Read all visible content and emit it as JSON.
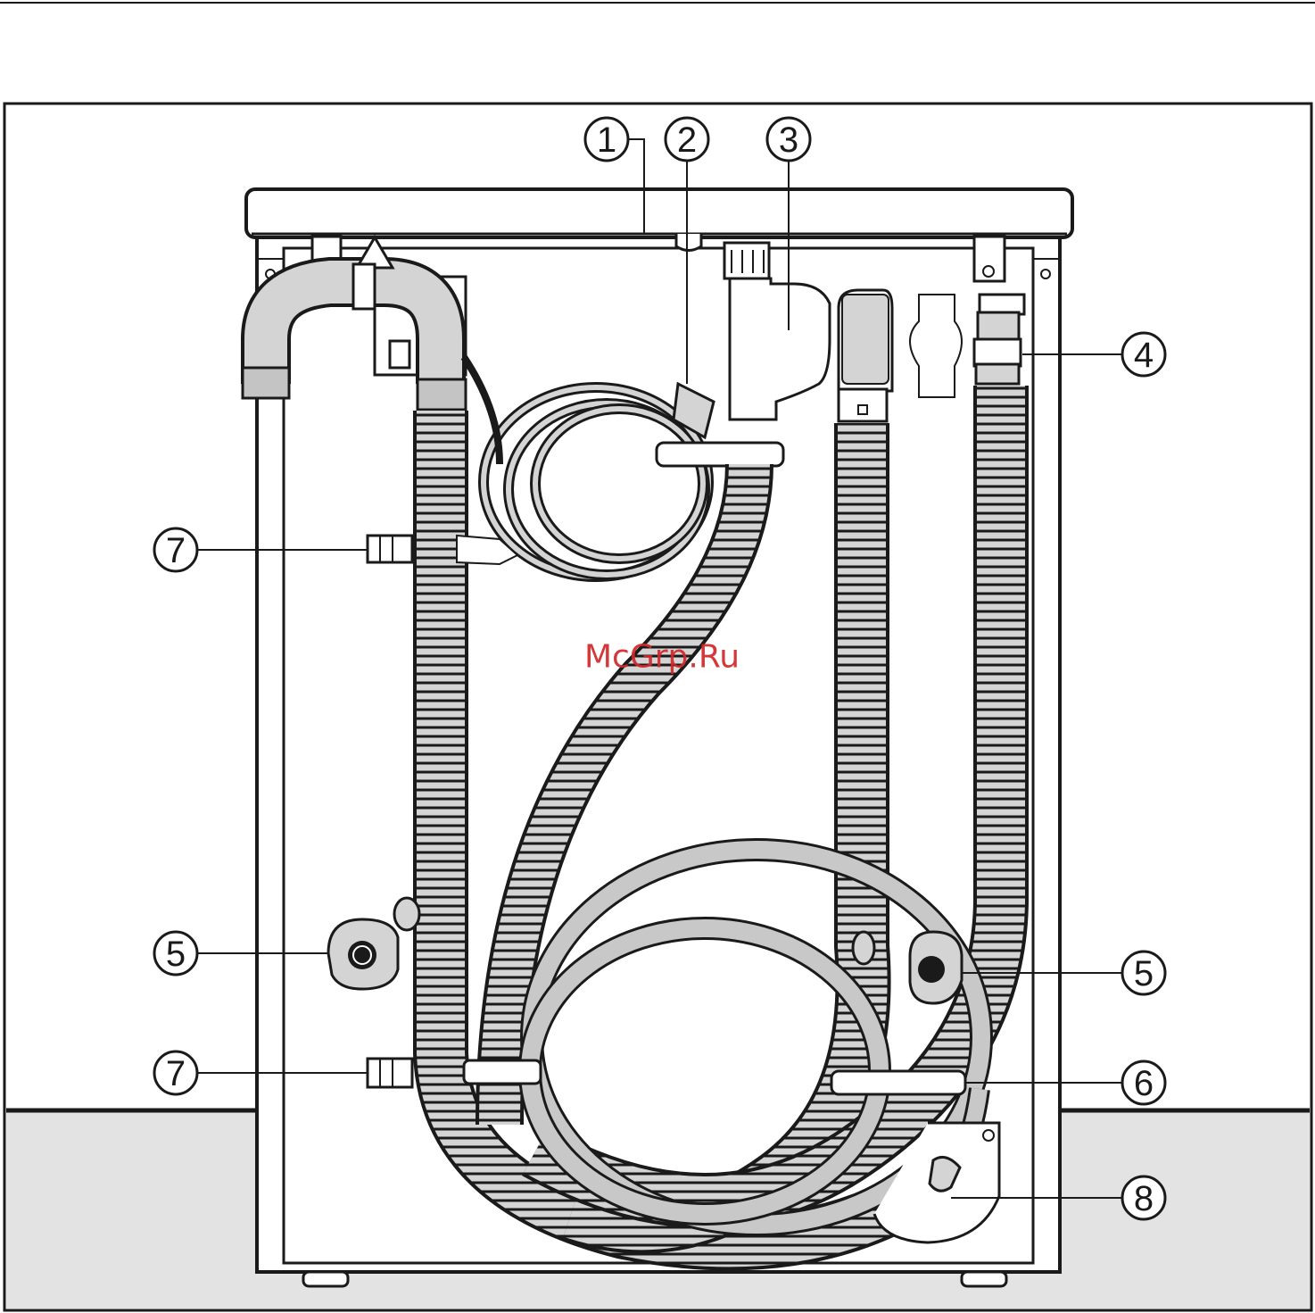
{
  "diagram": {
    "callouts": [
      {
        "id": "c1",
        "label": "1"
      },
      {
        "id": "c2",
        "label": "2"
      },
      {
        "id": "c3",
        "label": "3"
      },
      {
        "id": "c4",
        "label": "4"
      },
      {
        "id": "c5a",
        "label": "5"
      },
      {
        "id": "c5b",
        "label": "5"
      },
      {
        "id": "c6",
        "label": "6"
      },
      {
        "id": "c7a",
        "label": "7"
      },
      {
        "id": "c7b",
        "label": "7"
      },
      {
        "id": "c8",
        "label": "8"
      }
    ],
    "watermark": "McGrp.Ru",
    "colors": {
      "line": "#1a1a1a",
      "hose_fill": "#d4d4d4",
      "floor": "#e3e3e3",
      "body": "#ffffff"
    }
  }
}
